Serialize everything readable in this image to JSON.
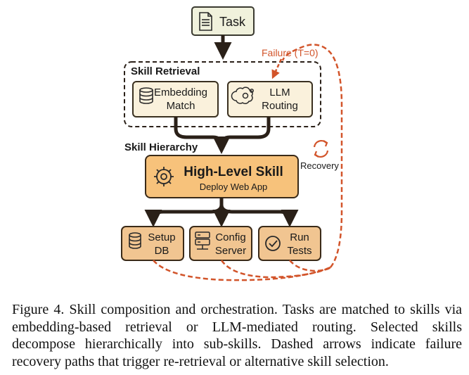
{
  "diagram": {
    "task": "Task",
    "skill_retrieval": {
      "title": "Skill Retrieval",
      "embedding": [
        "Embedding",
        "Match"
      ],
      "llm": [
        "LLM",
        "Routing"
      ]
    },
    "failure_label": "Failure (T=0)",
    "skill_hierarchy_title": "Skill Hierarchy",
    "recovery_label": "Recovery",
    "high_level": {
      "title": "High-Level Skill",
      "subtitle": "Deploy Web App"
    },
    "subskills": [
      {
        "line1": "Setup",
        "line2": "DB",
        "icon": "database-icon"
      },
      {
        "line1": "Config",
        "line2": "Server",
        "icon": "server-icon"
      },
      {
        "line1": "Run",
        "line2": "Tests",
        "icon": "check-circle-icon"
      }
    ],
    "colors": {
      "task_fill": "#f0f1dc",
      "cream_fill": "#faf1dc",
      "orange_fill": "#f7c27b",
      "tan_fill": "#f1c591",
      "dashed_orange": "#d2542a",
      "arrow_dark": "#2a2018"
    }
  },
  "caption": "Figure 4. Skill composition and orchestration. Tasks are matched to skills via embedding-based retrieval or LLM-mediated routing. Selected skills decompose hierarchically into sub-skills. Dashed arrows indicate failure recovery paths that trigger re-retrieval or alternative skill selection."
}
